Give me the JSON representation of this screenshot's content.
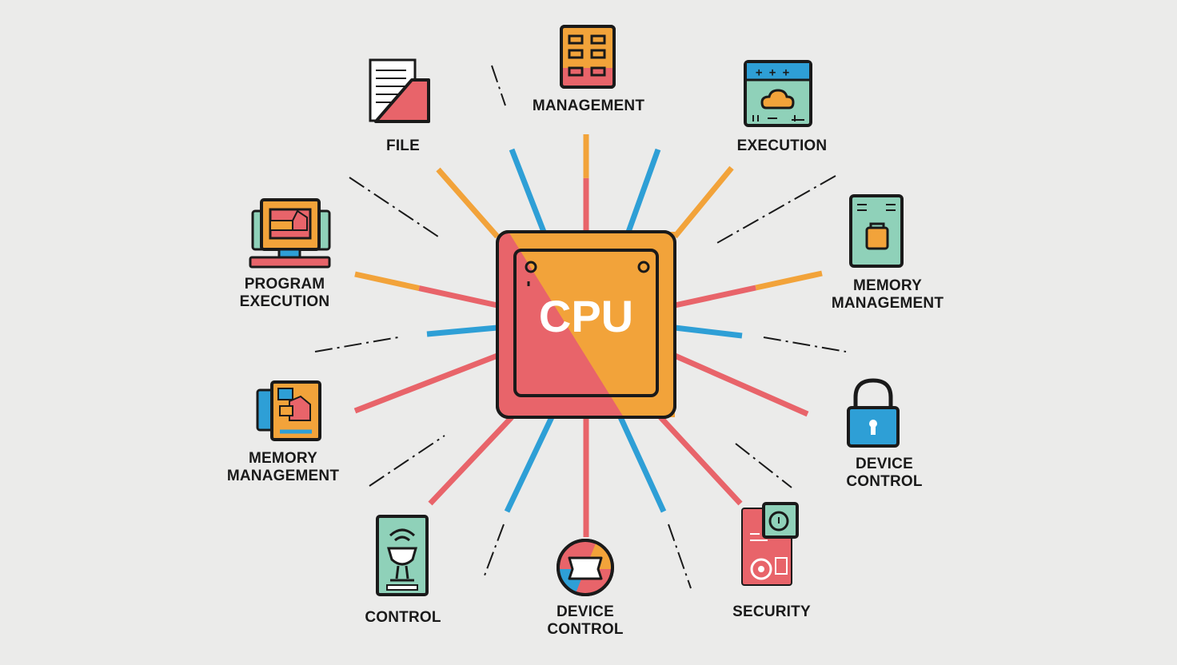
{
  "cpu": {
    "label": "CPU"
  },
  "nodes": [
    {
      "id": "management",
      "lines": [
        "MANAGEMENT"
      ],
      "icon": "document-list-icon"
    },
    {
      "id": "file",
      "lines": [
        "FILE"
      ],
      "icon": "folder-icon"
    },
    {
      "id": "execution",
      "lines": [
        "EXECUTION"
      ],
      "icon": "window-cloud-icon"
    },
    {
      "id": "program-execution",
      "lines": [
        "PROGRAM",
        "EXECUTION"
      ],
      "icon": "monitor-icon"
    },
    {
      "id": "memory-management-right",
      "lines": [
        "MEMORY",
        "MANAGEMENT"
      ],
      "icon": "memory-card-icon"
    },
    {
      "id": "memory-management-left",
      "lines": [
        "MEMORY",
        "MANAGEMENT"
      ],
      "icon": "memory-blocks-icon"
    },
    {
      "id": "device-control-right",
      "lines": [
        "DEVICE",
        "CONTROL"
      ],
      "icon": "padlock-icon"
    },
    {
      "id": "control",
      "lines": [
        "CONTROL"
      ],
      "icon": "wireless-device-icon"
    },
    {
      "id": "device-control-bottom",
      "lines": [
        "DEVICE",
        "CONTROL"
      ],
      "icon": "circle-device-icon"
    },
    {
      "id": "security",
      "lines": [
        "SECURITY"
      ],
      "icon": "security-panel-icon"
    }
  ],
  "colors": {
    "background": "#ebebea",
    "red": "#e8646a",
    "orange": "#f2a33a",
    "blue": "#2e9fd6",
    "mint": "#8fd1b9",
    "outline": "#1a1a1a"
  }
}
